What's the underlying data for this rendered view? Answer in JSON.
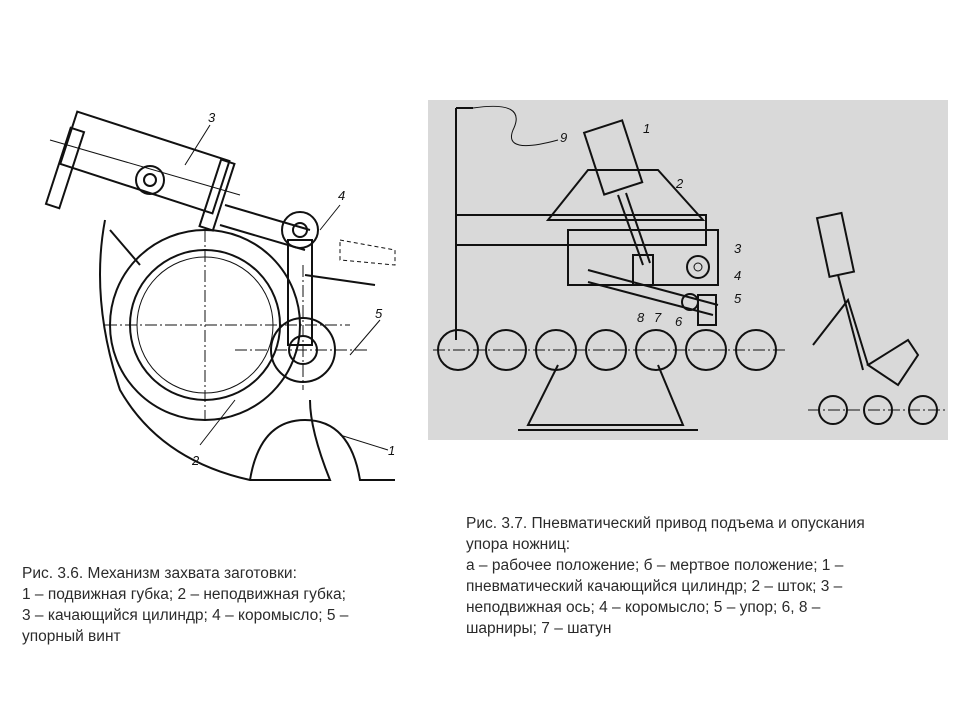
{
  "figure_36": {
    "labels": [
      "3",
      "4",
      "5",
      "2",
      "1"
    ]
  },
  "figure_37": {
    "labels": [
      "9",
      "1",
      "2",
      "3",
      "4",
      "5",
      "8",
      "7",
      "6"
    ]
  },
  "caption_36": {
    "lines": [
      "Рис. 3.6. Механизм захвата заготовки:",
      "1 – подвижная губка; 2 – неподвижная губка;",
      "3 – качающийся цилиндр; 4 – коромысло; 5 –",
      "упорный винт"
    ]
  },
  "caption_37": {
    "title_line1": "Рис. 3.7. Пневматический привод подъема и опускания",
    "title_line2": "упора ножниц:",
    "lines": [
      "а – рабочее положение; б – мертвое положение; 1 –",
      "пневматический качающийся цилиндр; 2 – шток; 3 –",
      "неподвижная ось; 4 – коромысло; 5 – упор; 6, 8 –",
      "шарниры; 7 – шатун"
    ]
  }
}
